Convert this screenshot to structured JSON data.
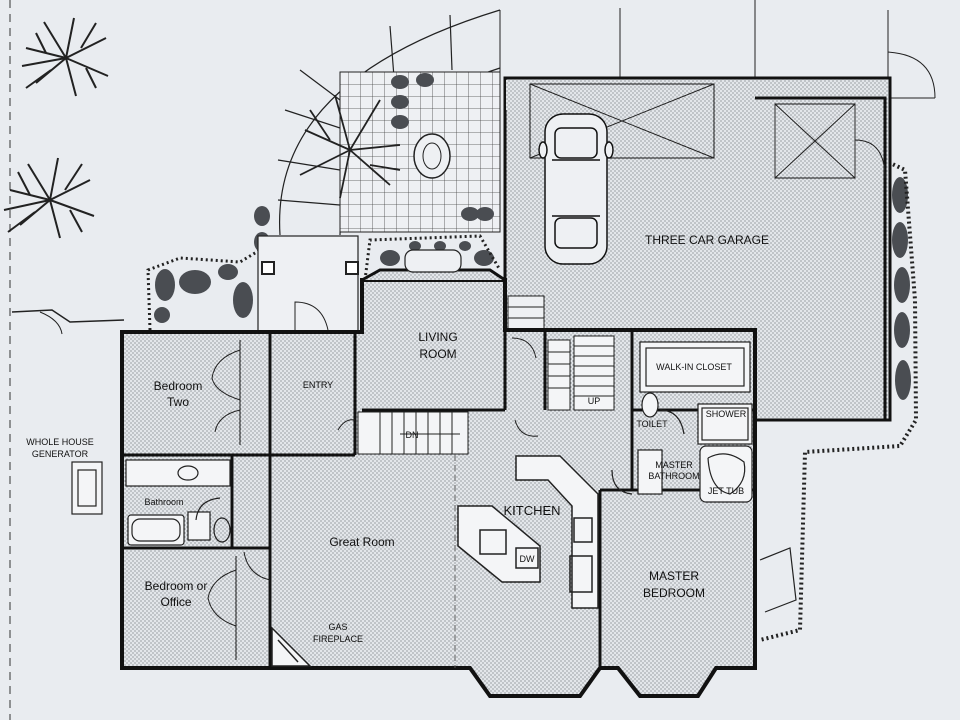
{
  "rooms": {
    "bedroom_two": [
      "Bedroom",
      "Two"
    ],
    "entry": "ENTRY",
    "living_room": [
      "LIVING",
      "ROOM"
    ],
    "three_car_garage": "THREE CAR GARAGE",
    "walk_in_closet": "WALK-IN CLOSET",
    "toilet": "TOILET",
    "shower": "SHOWER",
    "master_bathroom": [
      "MASTER",
      "BATHROOM"
    ],
    "jet_tub": "JET TUB",
    "bathroom": "Bathroom",
    "great_room": "Great Room",
    "kitchen": "KITCHEN",
    "dw": "DW",
    "master_bedroom": [
      "MASTER",
      "BEDROOM"
    ],
    "bedroom_office": [
      "Bedroom or",
      "Office"
    ],
    "gas_fireplace": [
      "GAS",
      "FIREPLACE"
    ],
    "whole_house_generator": [
      "WHOLE HOUSE",
      "GENERATOR"
    ],
    "stairs_up": "UP",
    "stairs_dn": "DN"
  },
  "colors": {
    "background": "#e9ecf0",
    "line": "#1a1a1a",
    "hatch": "#6b6f74",
    "shrub": "#4a4d52"
  }
}
